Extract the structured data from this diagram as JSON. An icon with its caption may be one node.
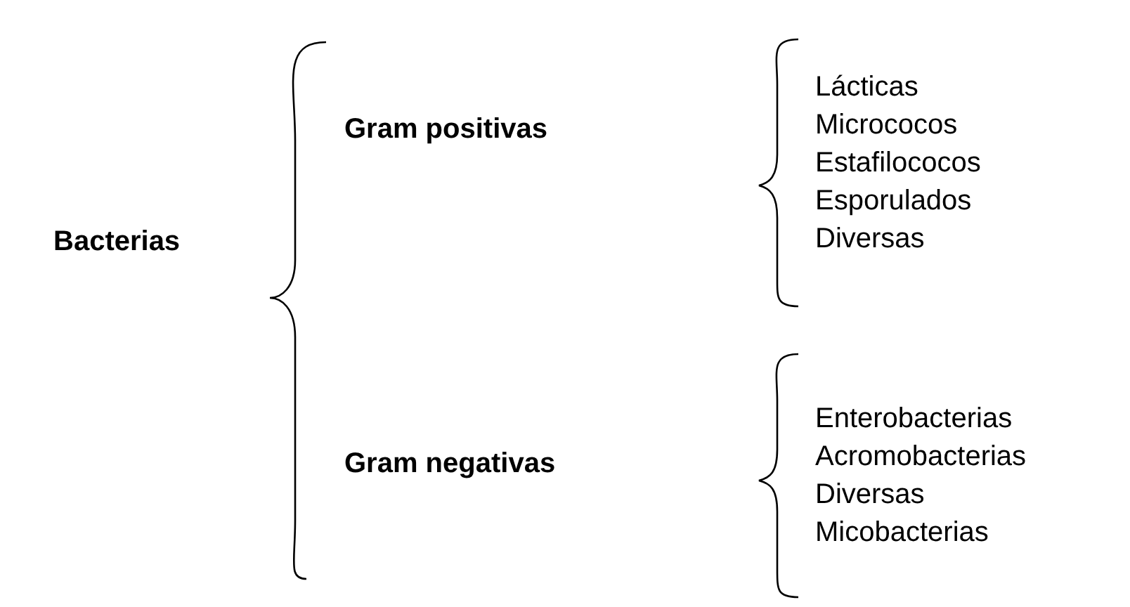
{
  "diagram": {
    "labels": [
      "Bacterias",
      "Gram positivas",
      "Lácticas",
      "Micrococos",
      "Estafilococos",
      "Esporulados",
      "Diversas",
      "Gram negativas",
      "Enterobacterias",
      "Acromobacterias",
      "Diversas",
      "Micobacterias"
    ]
  }
}
